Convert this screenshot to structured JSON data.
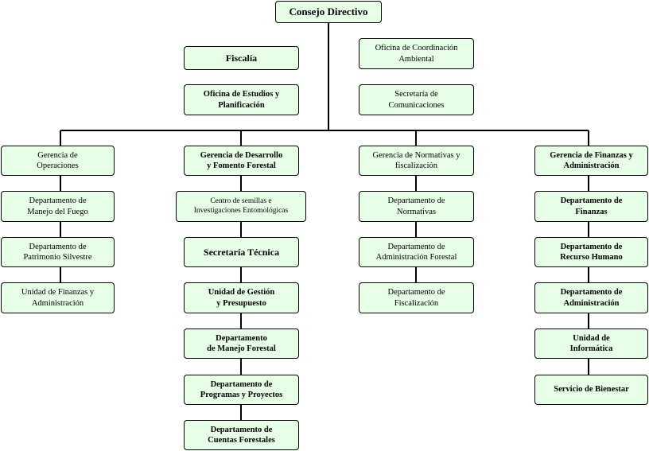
{
  "chart": {
    "top": "Consejo Directivo",
    "staff_left": [
      "Fiscalía",
      "Oficina de Estudios y\nPlanificación"
    ],
    "staff_right": [
      "Oficina de Coordinación\nAmbiental",
      "Secretaría de\nComunicaciones"
    ],
    "col1": [
      "Gerencia de\nOperaciones",
      "Departamento de\nManejo del Fuego",
      "Departamento de\nPatrimonio Silvestre",
      "Unidad de Finanzas y\nAdministración"
    ],
    "col2": [
      "Gerencia de  Desarrollo\ny Fomento Forestal",
      "Centro de semillas e\nInvestigaciones Entomológicas",
      "Secretaría Técnica",
      "Unidad de Gestión\ny Presupuesto",
      "Departamento\nde Manejo Forestal",
      "Departamento de\nProgramas y Proyectos",
      "Departamento de\nCuentas Forestales"
    ],
    "col3": [
      "Gerencia de Normativas y\nfiscalización",
      "Departamento de\nNormativas",
      "Departamento de\nAdministración Forestal",
      "Departamento de\nFiscalización"
    ],
    "col4": [
      "Gerencia de Finanzas y\nAdministración",
      "Departamento de\nFinanzas",
      "Departamento de\nRecurso Humano",
      "Departamento de\nAdministración",
      "Unidad de\nInformática",
      "Servicio de Bienestar"
    ]
  },
  "colors": {
    "box_fill": "#e6ffe6",
    "line": "#000000"
  }
}
